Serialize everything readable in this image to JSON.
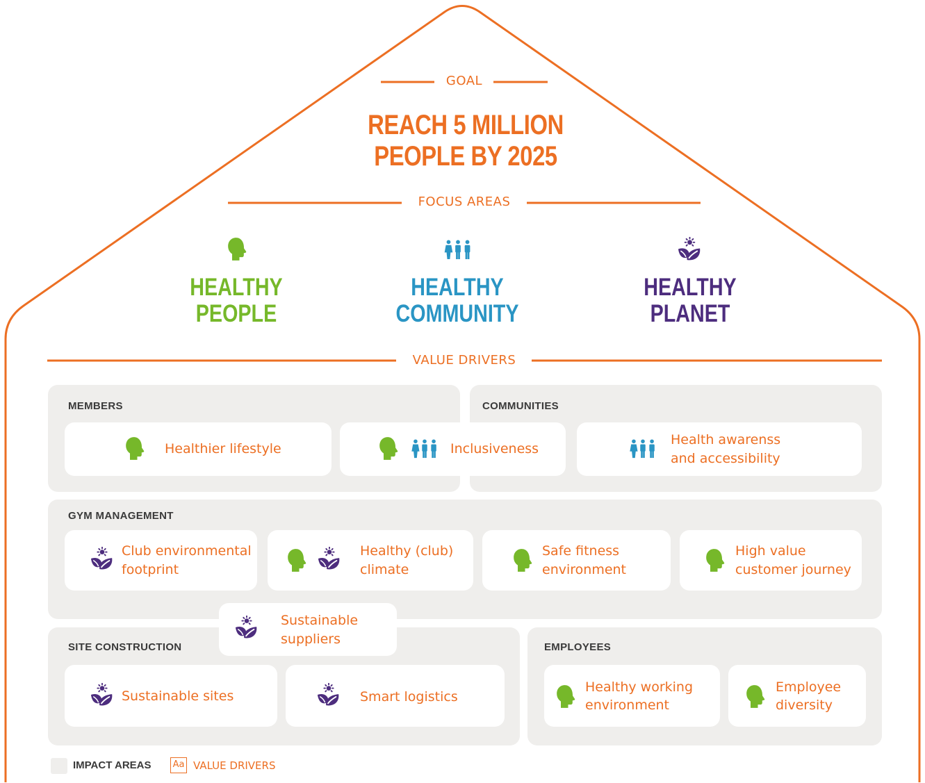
{
  "colors": {
    "orange": "#ec6f23",
    "green": "#76b82a",
    "blue": "#2a95c4",
    "purple": "#4d2d7e",
    "panel": "#efeeec"
  },
  "goal": {
    "label": "GOAL",
    "title_line1": "REACH 5 MILLION",
    "title_line2": "PEOPLE BY 2025"
  },
  "focus_areas": {
    "label": "FOCUS AREAS",
    "items": [
      {
        "line1": "HEALTHY",
        "line2": "PEOPLE",
        "icon": "head-icon",
        "color": "#76b82a"
      },
      {
        "line1": "HEALTHY",
        "line2": "COMMUNITY",
        "icon": "people-icon",
        "color": "#2a95c4"
      },
      {
        "line1": "HEALTHY",
        "line2": "PLANET",
        "icon": "leaf-sun-icon",
        "color": "#4d2d7e"
      }
    ]
  },
  "value_drivers": {
    "label": "VALUE DRIVERS",
    "panels": {
      "members": "MEMBERS",
      "communities": "COMMUNITIES",
      "gym_management": "GYM MANAGEMENT",
      "site_construction": "SITE CONSTRUCTION",
      "employees": "EMPLOYEES"
    },
    "cards": {
      "healthier_lifestyle": {
        "line1": "Healthier lifestyle",
        "icons": [
          "head-icon"
        ]
      },
      "inclusiveness": {
        "line1": "Inclusiveness",
        "icons": [
          "head-icon",
          "people-icon"
        ]
      },
      "health_awareness": {
        "line1": "Health awarenss",
        "line2": "and accessibility",
        "icons": [
          "people-icon"
        ]
      },
      "club_footprint": {
        "line1": "Club environmental",
        "line2": "footprint",
        "icons": [
          "leaf-sun-icon"
        ]
      },
      "healthy_climate": {
        "line1": "Healthy (club)",
        "line2": "climate",
        "icons": [
          "head-icon",
          "leaf-sun-icon"
        ]
      },
      "safe_fitness": {
        "line1": "Safe fitness",
        "line2": "environment",
        "icons": [
          "head-icon"
        ]
      },
      "high_value": {
        "line1": "High value",
        "line2": "customer journey",
        "icons": [
          "head-icon"
        ]
      },
      "sustainable_suppliers": {
        "line1": "Sustainable",
        "line2": "suppliers",
        "icons": [
          "leaf-sun-icon"
        ]
      },
      "sustainable_sites": {
        "line1": "Sustainable sites",
        "icons": [
          "leaf-sun-icon"
        ]
      },
      "smart_logistics": {
        "line1": "Smart logistics",
        "icons": [
          "leaf-sun-icon"
        ]
      },
      "healthy_working": {
        "line1": "Healthy working",
        "line2": "environment",
        "icons": [
          "head-icon"
        ]
      },
      "employee_diversity": {
        "line1": "Employee",
        "line2": "diversity",
        "icons": [
          "head-icon"
        ]
      }
    }
  },
  "legend": {
    "impact_label": "IMPACT AREAS",
    "aa_sample": "Aa",
    "value_label": "VALUE DRIVERS"
  }
}
